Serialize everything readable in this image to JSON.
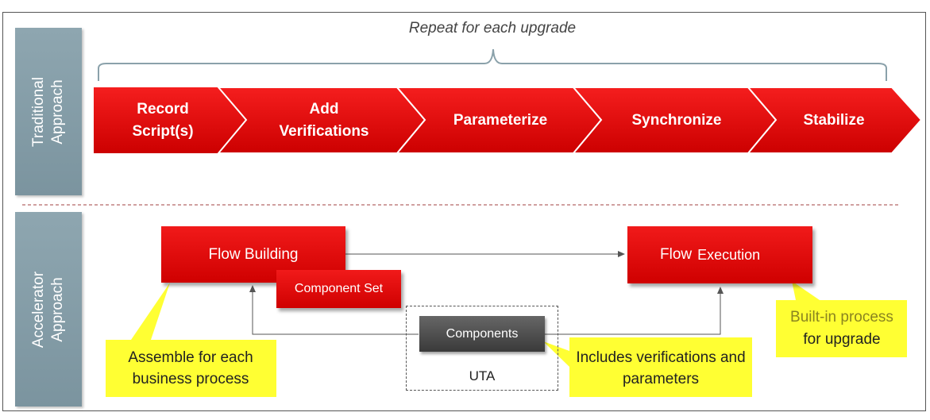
{
  "traditional": {
    "side_label": "Traditional\nApproach",
    "repeat_label": "Repeat for each upgrade",
    "steps": [
      "Record\nScript(s)",
      "Add\nVerifications",
      "Parameterize",
      "Synchronize",
      "Stabilize"
    ]
  },
  "accelerator": {
    "side_label": "Accelerator\nApproach",
    "flow_building": "Flow Building",
    "component_set": "Component Set",
    "flow_execution_1": "Flow",
    "flow_execution_2": "Execution",
    "components": "Components",
    "uta": "UTA",
    "callout_assemble": "Assemble for each business process",
    "callout_includes": "Includes verifications and parameters",
    "callout_builtin_1": "Built-in process",
    "callout_builtin_2": "for upgrade"
  },
  "colors": {
    "red": "#e60000",
    "slate": "#7f98a3",
    "yellow": "#ffff33",
    "dark_gray": "#4a4a4a"
  }
}
